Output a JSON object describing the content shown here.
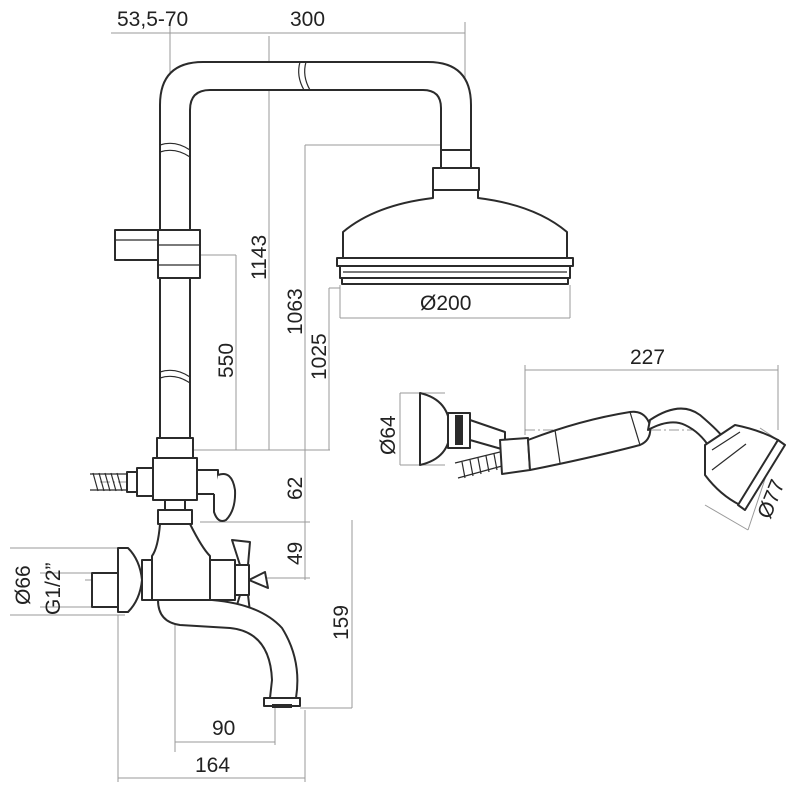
{
  "drawing": {
    "dimensions": {
      "pipe_offset": "53,5-70",
      "arm_length": "300",
      "total_height": "1143",
      "height_mid": "1063",
      "height_lower": "1025",
      "slider_height": "550",
      "head_diameter": "Ø200",
      "valve_gap": "62",
      "mixer_height": "49",
      "flange_diameter": "Ø66",
      "thread": "G1/2”",
      "spout_height": "159",
      "spout_reach": "90",
      "total_reach": "164",
      "hand_shower_length": "227",
      "holder_diameter": "Ø64",
      "hand_head_diameter": "Ø77"
    }
  }
}
